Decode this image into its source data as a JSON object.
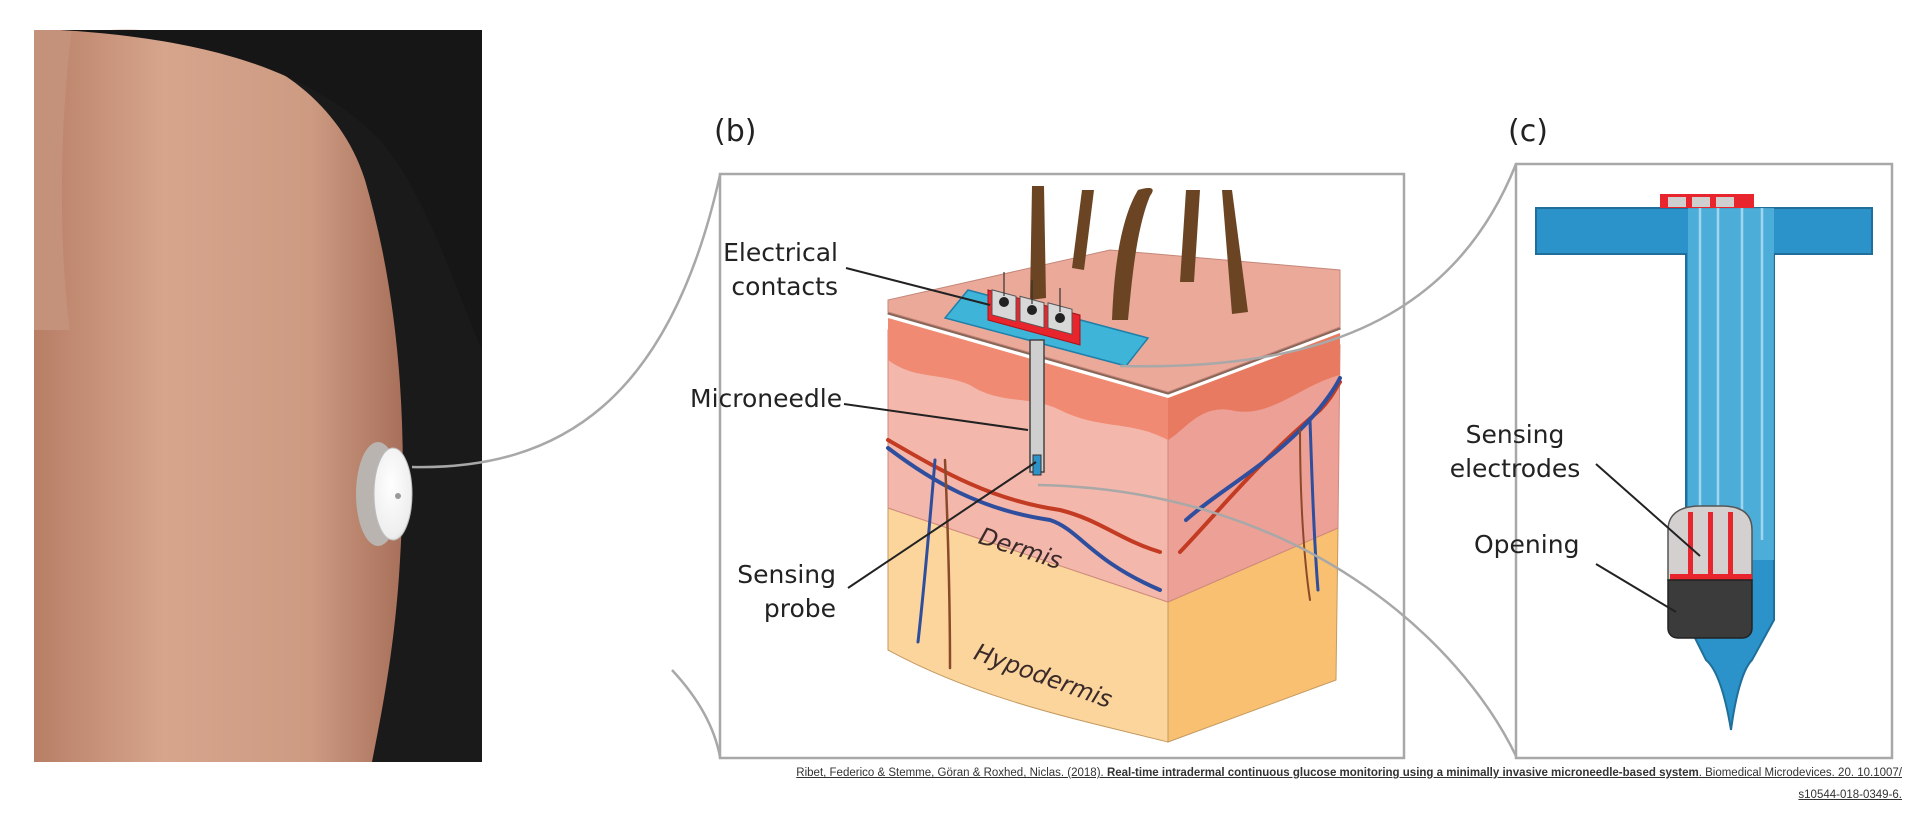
{
  "panels": {
    "b": {
      "label": "(b)"
    },
    "c": {
      "label": "(c)"
    }
  },
  "labels": {
    "electrical_contacts_1": "Electrical",
    "electrical_contacts_2": "contacts",
    "microneedle": "Microneedle",
    "sensing_probe_1": "Sensing",
    "sensing_probe_2": "probe",
    "dermis": "Dermis",
    "hypodermis": "Hypodermis",
    "sensing_electrodes_1": "Sensing",
    "sensing_electrodes_2": "electrodes",
    "opening": "Opening"
  },
  "citation": {
    "authors": "Ribet, Federico & Stemme, Göran & Roxhed, Niclas. (2018). ",
    "title": "Real-time intradermal continuous glucose monitoring using a minimally invasive microneedle-based system",
    "rest": ". Biomedical Microdevices. 20. 10.1007/",
    "line2": "s10544-018-0349-6."
  },
  "colors": {
    "skin_top": "#eaa898",
    "epidermis": "#f07e68",
    "dermis": "#f3b3a8",
    "hypodermis": "#fbcf8f",
    "hair": "#6b4523",
    "device_blue": "#2b93c9",
    "electrode_red": "#e8242c",
    "artery": "#c23b22",
    "vein": "#2f4f9e"
  }
}
